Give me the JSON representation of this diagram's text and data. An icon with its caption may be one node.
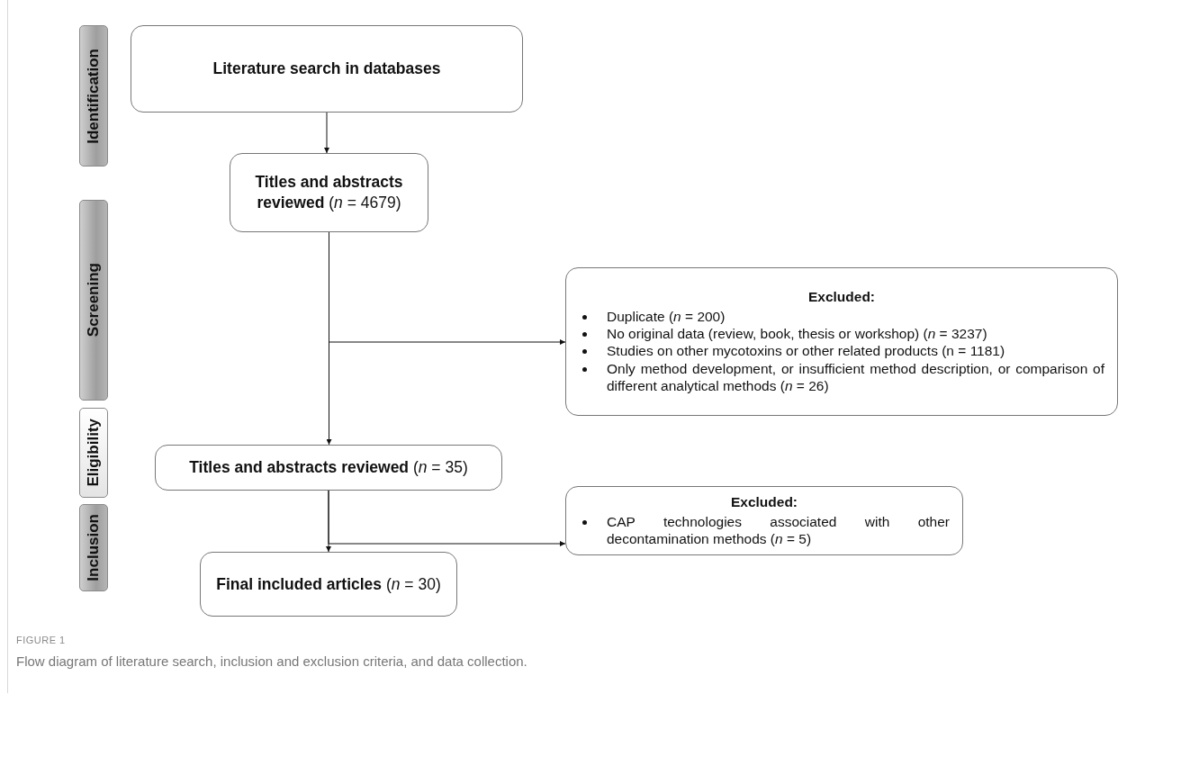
{
  "diagram": {
    "caption": "Flow diagram of literature search, inclusion and exclusion criteria, and data collection.",
    "nodes": [
      {
        "text": [
          "Identification"
        ]
      },
      {
        "text": [
          "Screening"
        ]
      },
      {
        "text": [
          "Eligibility"
        ]
      },
      {
        "text": [
          "Inclusion"
        ]
      },
      {
        "text": [
          "Literature search in databases"
        ]
      },
      {
        "text": [
          "**Titles and abstracts reviewed** (*n* = 4679)"
        ]
      },
      {
        "text": [
          "Excluded:",
          "Duplicate (*n* = 200)",
          "No original data (review, book, thesis or workshop) (*n* = 3237)",
          "Studies on other mycotoxins or other related products (n = 1181)",
          "Only method development, or insufficient method description, or comparison of different analytical methods (*n* = 26)"
        ]
      },
      {
        "text": [
          "**Titles and abstracts reviewed** (*n* = 35)"
        ]
      },
      {
        "text": [
          "Excluded:",
          "CAP technologies associated with other decontamination methods (*n* = 5)"
        ]
      },
      {
        "text": [
          "**Final included articles** (*n* = 30)"
        ]
      }
    ],
    "edges": [
      {
        "from": 4,
        "to": 5,
        "arrow": "to"
      },
      {
        "from": 5,
        "to": 7,
        "arrow": "to"
      },
      {
        "from": 5,
        "to": 6,
        "arrow": "to"
      },
      {
        "from": 7,
        "to": 9,
        "arrow": "to"
      },
      {
        "from": 7,
        "to": 8,
        "arrow": "to"
      }
    ],
    "labels": [
      "FIGURE 1"
    ]
  }
}
